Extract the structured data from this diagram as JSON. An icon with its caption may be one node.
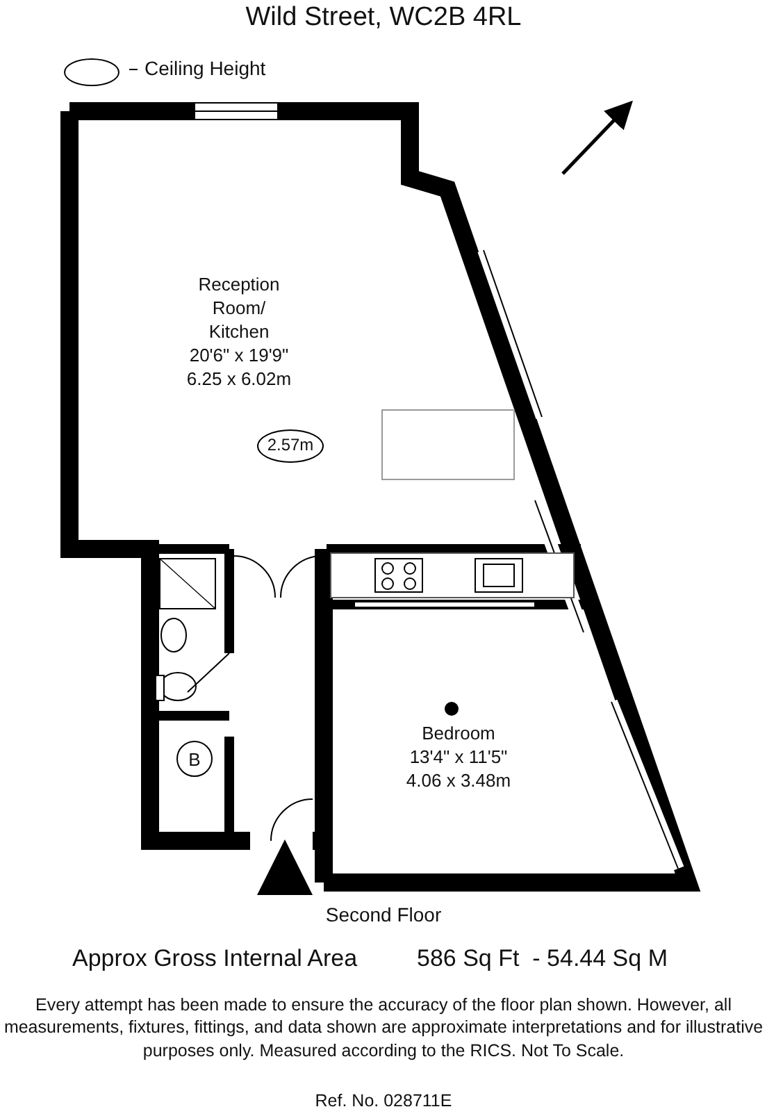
{
  "diagram": {
    "title": "Wild Street, WC2B 4RL",
    "nodes": [
      {
        "text": [
          "Reception Room/ Kitchen",
          "20'6\" x 19'9\"",
          "6.25 x 6.02m"
        ]
      },
      {
        "text": [
          "2.57m"
        ],
        "in": 0
      },
      {
        "text": [
          "Bedroom",
          "13'4\" x 11'5\"",
          "4.06 x 3.48m"
        ]
      },
      {
        "text": [
          "B"
        ]
      }
    ],
    "labels": [
      "Second Floor",
      "Approx Gross Internal Area",
      "586 Sq Ft  - 54.44 Sq M",
      "Every attempt has been made to ensure the accuracy of the floor plan shown. However, all measurements, fixtures, fittings, and data shown are approximate interpretations and for illustrative purposes only. Measured according to the RICS. Not To Scale.",
      "Ref. No. 028711E"
    ],
    "legend": [
      {
        "text": "Ceiling Height"
      }
    ]
  }
}
